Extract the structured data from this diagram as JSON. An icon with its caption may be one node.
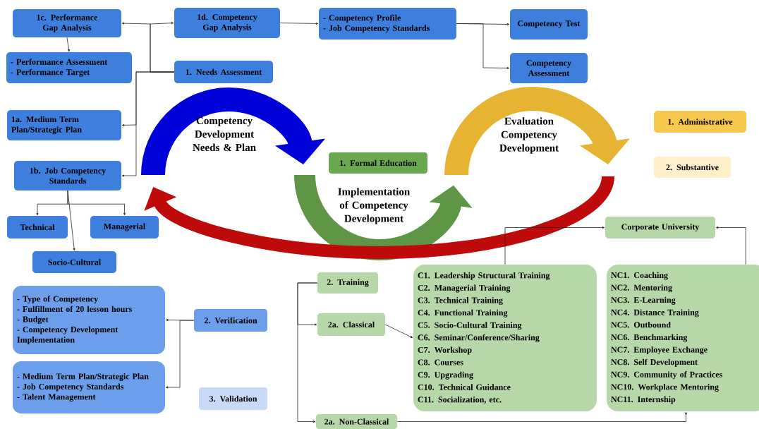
{
  "diagram": {
    "nodes": [
      {
        "text": [
          "1c. Performance Gap Analysis"
        ]
      },
      {
        "text": [
          "1d. Competency Gap Analysis"
        ]
      },
      {
        "text": [
          "- Competency Profile",
          "- Job Competency Standards"
        ]
      },
      {
        "text": [
          "Competency Test"
        ]
      },
      {
        "text": [
          "- Performance Assessment",
          "- Performance Target"
        ]
      },
      {
        "text": [
          "1. Needs Assessment"
        ]
      },
      {
        "text": [
          "Competency Assessment"
        ]
      },
      {
        "text": [
          "1a. Medium Term Plan/Strategic Plan"
        ]
      },
      {
        "text": [
          "1b. Job Competency Standards"
        ]
      },
      {
        "text": [
          "Technical"
        ]
      },
      {
        "text": [
          "Managerial"
        ]
      },
      {
        "text": [
          "Socio-Cultural"
        ]
      },
      {
        "text": [
          "1. Formal Education"
        ]
      },
      {
        "text": [
          "1. Administrative"
        ]
      },
      {
        "text": [
          "2. Substantive"
        ]
      },
      {
        "text": [
          "Corporate University"
        ]
      },
      {
        "text": [
          "2. Training"
        ]
      },
      {
        "text": [
          "- Type of Competency",
          "- Fulfillment of 20 lesson hours",
          "- Budget",
          "- Competency Development Implementation"
        ]
      },
      {
        "text": [
          "2. Verification"
        ]
      },
      {
        "text": [
          "2a. Classical"
        ]
      },
      {
        "text": [
          "C1. Leadership Structural Training",
          "C2. Managerial Training",
          "C3. Technical Training",
          "C4. Functional Training",
          "C5. Socio-Cultural Training",
          "C6. Seminar/Conference/Sharing",
          "C7. Workshop",
          "C8. Courses",
          "C9. Upgrading",
          "C10. Technical Guidance",
          "C11. Socialization, etc."
        ]
      },
      {
        "text": [
          "NC1. Coaching",
          "NC2. Mentoring",
          "NC3. E-Learning",
          "NC4. Distance Training",
          "NC5. Outbound",
          "NC6. Benchmarking",
          "NC7. Employee Exchange",
          "NC8. Self Development",
          "NC9. Community of Practices",
          "NC10. Workplace Mentoring",
          "NC11. Internship"
        ]
      },
      {
        "text": [
          "- Medium Term Plan/Strategic Plan",
          "- Job Competency Standards",
          "- Talent Management"
        ]
      },
      {
        "text": [
          "3. Validation"
        ]
      },
      {
        "text": [
          "2a. Non-Classical"
        ]
      }
    ],
    "edges": [
      {
        "from": 5,
        "to": 0,
        "arrow": "to"
      },
      {
        "from": 5,
        "to": 1,
        "arrow": "to"
      },
      {
        "from": 5,
        "to": 7,
        "arrow": "to"
      },
      {
        "from": 5,
        "to": 8,
        "arrow": "to"
      },
      {
        "from": 0,
        "to": 4,
        "arrow": "to"
      },
      {
        "from": 1,
        "to": 2,
        "arrow": "to"
      },
      {
        "from": 2,
        "to": 3,
        "arrow": "to"
      },
      {
        "from": 2,
        "to": 6,
        "arrow": "to"
      },
      {
        "from": 8,
        "to": 9,
        "arrow": "to"
      },
      {
        "from": 8,
        "to": 10,
        "arrow": "to"
      },
      {
        "from": 8,
        "to": 11,
        "arrow": "to"
      },
      {
        "from": 20,
        "to": 15,
        "arrow": "to"
      },
      {
        "from": 21,
        "to": 15,
        "arrow": "to"
      },
      {
        "from": 16,
        "to": 19,
        "arrow": "to"
      },
      {
        "from": 16,
        "to": 24,
        "arrow": "to"
      },
      {
        "from": 19,
        "to": 20,
        "arrow": "to"
      },
      {
        "from": 24,
        "to": 21,
        "arrow": "to"
      },
      {
        "from": 18,
        "to": 17,
        "arrow": "to"
      },
      {
        "from": 18,
        "to": 22,
        "arrow": "to"
      }
    ],
    "labels": [
      "Competency Development Needs & Plan",
      "Evaluation Competency Development",
      "Implementation of Competency Development"
    ]
  }
}
